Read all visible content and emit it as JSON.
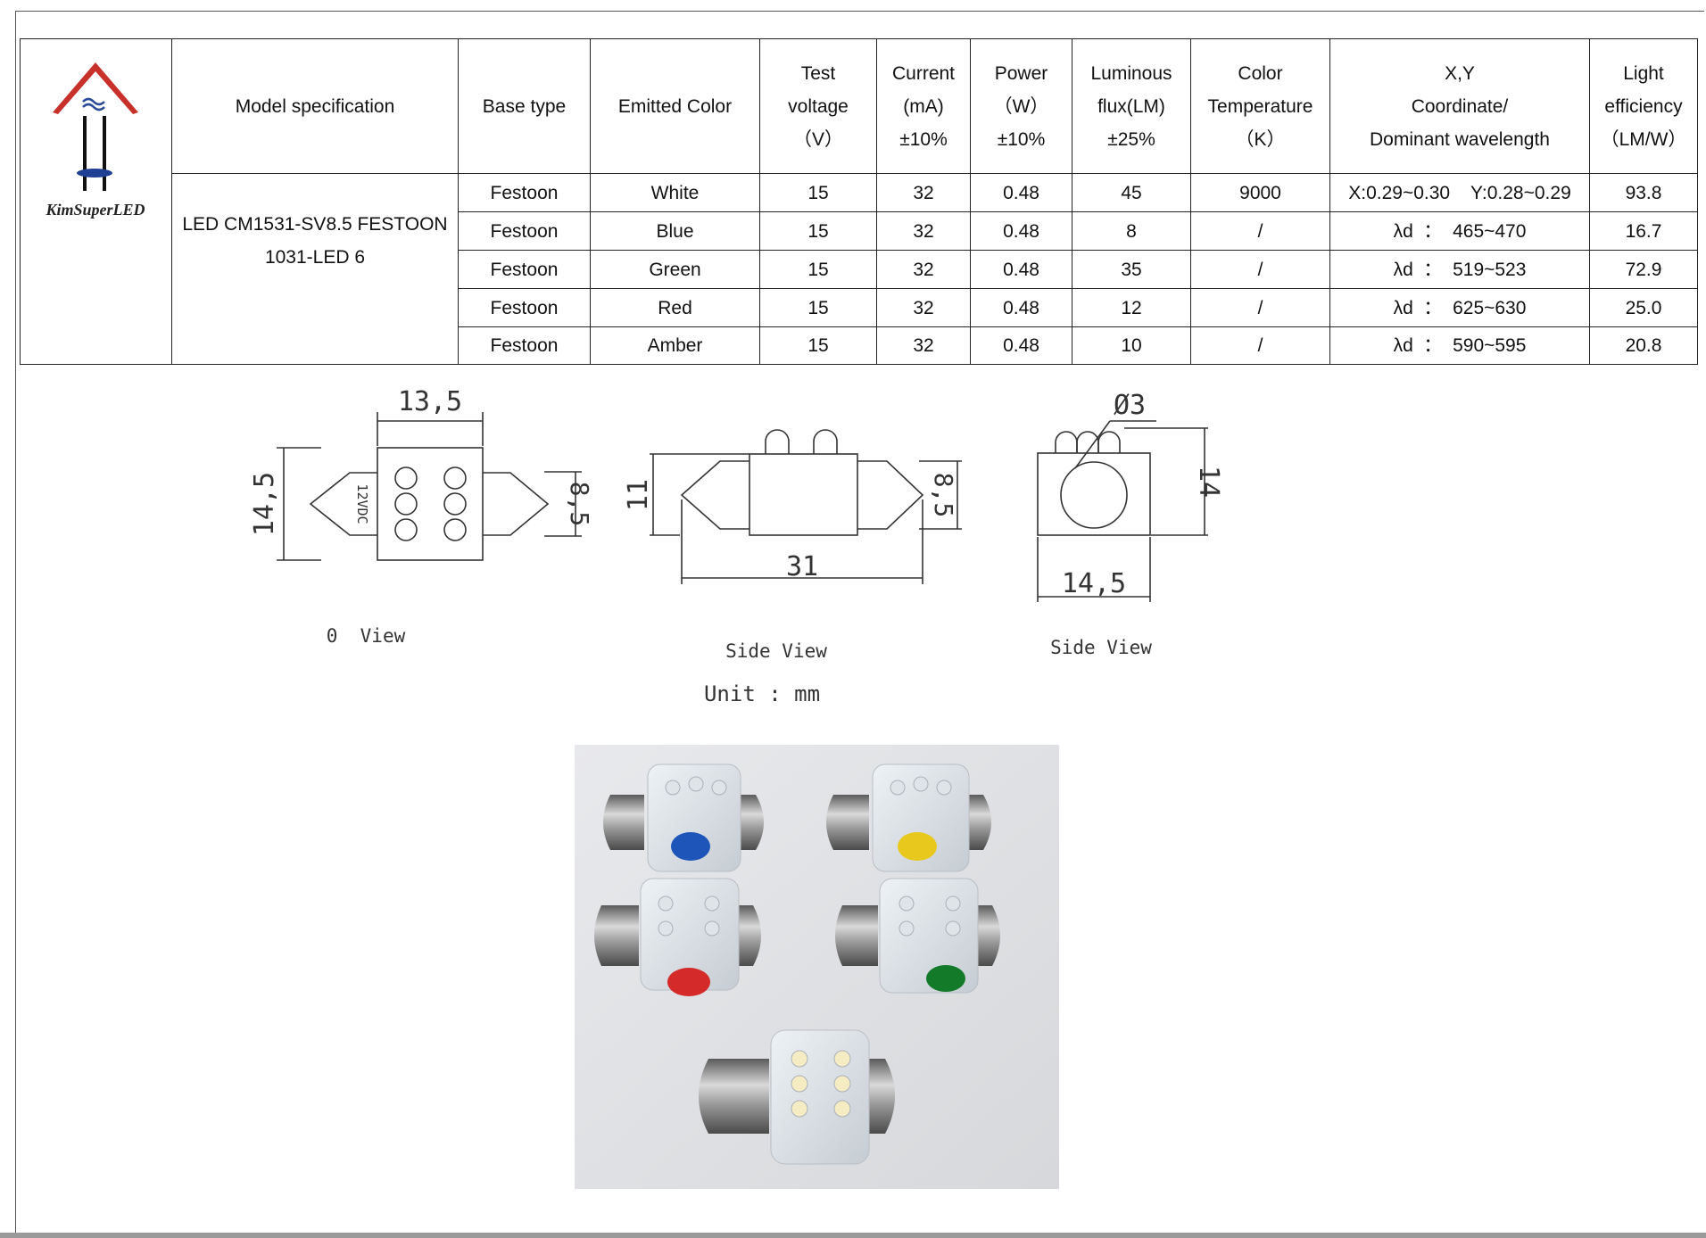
{
  "logo": {
    "brand_text": "KimSuperLED"
  },
  "table": {
    "headers": {
      "model": "Model specification",
      "base": "Base type",
      "color": "Emitted Color",
      "voltage": [
        "Test",
        "voltage",
        "（V）"
      ],
      "current": [
        "Current",
        "(mA)",
        "±10%"
      ],
      "power": [
        "Power",
        "（W）",
        "±10%"
      ],
      "flux": [
        "Luminous",
        "flux(LM)",
        "±25%"
      ],
      "cct": [
        "Color",
        "Temperature",
        "（K）"
      ],
      "xy": [
        "X,Y",
        "Coordinate/",
        "Dominant wavelength"
      ],
      "eff": [
        "Light",
        "efficiency",
        "（LM/W）"
      ]
    },
    "model_lines": [
      "LED CM1531-SV8.5 FESTOON",
      "1031-LED 6"
    ],
    "rows": [
      {
        "base": "Festoon",
        "color": "White",
        "voltage": "15",
        "current": "32",
        "power": "0.48",
        "flux": "45",
        "cct": "9000",
        "xy": "X:0.29~0.30    Y:0.28~0.29",
        "eff": "93.8"
      },
      {
        "base": "Festoon",
        "color": "Blue",
        "voltage": "15",
        "current": "32",
        "power": "0.48",
        "flux": "8",
        "cct": "/",
        "xy": "λd  ：  465~470",
        "eff": "16.7"
      },
      {
        "base": "Festoon",
        "color": "Green",
        "voltage": "15",
        "current": "32",
        "power": "0.48",
        "flux": "35",
        "cct": "/",
        "xy": "λd  ：  519~523",
        "eff": "72.9"
      },
      {
        "base": "Festoon",
        "color": "Red",
        "voltage": "15",
        "current": "32",
        "power": "0.48",
        "flux": "12",
        "cct": "/",
        "xy": "λd  ：  625~630",
        "eff": "25.0"
      },
      {
        "base": "Festoon",
        "color": "Amber",
        "voltage": "15",
        "current": "32",
        "power": "0.48",
        "flux": "10",
        "cct": "/",
        "xy": "λd  ：  590~595",
        "eff": "20.8"
      }
    ]
  },
  "drawings": {
    "view1": {
      "width_dim": "13,5",
      "height_dim": "14,5",
      "cap_dim": "8,5",
      "body_text": "12VDC",
      "caption": "0  View"
    },
    "view2": {
      "height_dim": "11",
      "cap_dim": "8,5",
      "length_dim": "31",
      "caption": "Side View"
    },
    "view3": {
      "dia_dim": "Ø3",
      "height_dim": "14",
      "width_dim": "14,5",
      "caption": "Side View"
    },
    "unit": "Unit : mm"
  },
  "photo": {
    "dot_colors": {
      "blue": "#1d55b8",
      "amber": "#e8c81c",
      "red": "#d42a2a",
      "green": "#137a2a"
    }
  }
}
